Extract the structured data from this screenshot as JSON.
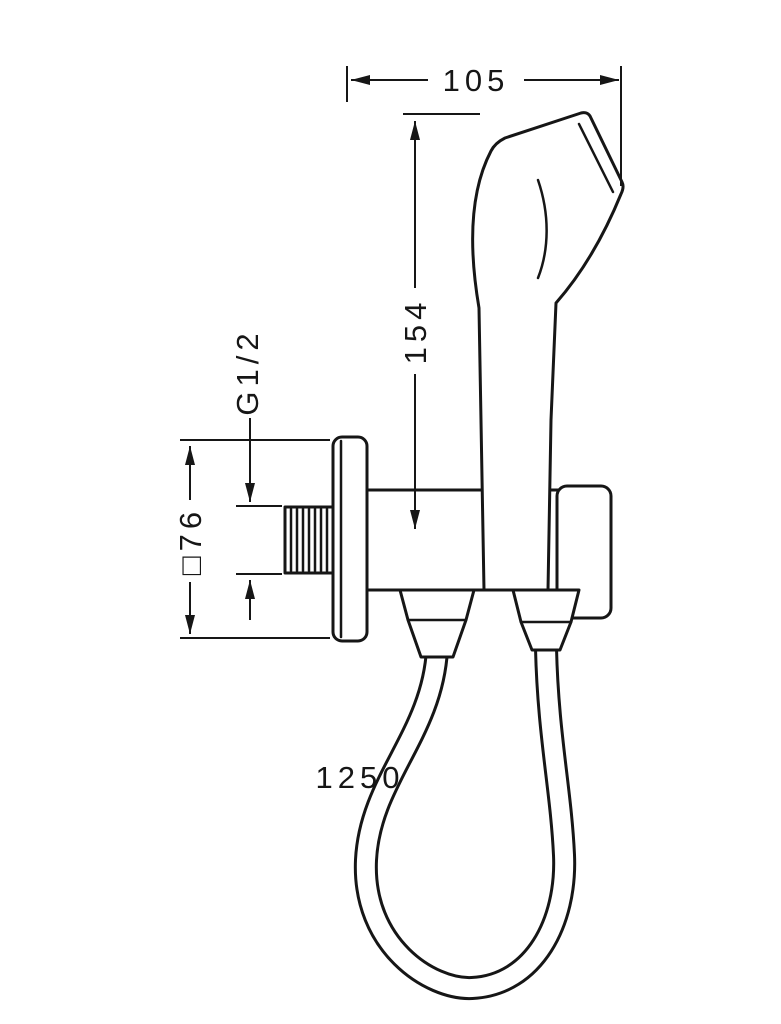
{
  "drawing": {
    "type": "technical-dimension-drawing",
    "subject": "hand shower with wall outlet, bracket and shower hose",
    "line_color": "#161616",
    "background": "#ffffff",
    "dims": {
      "depth": "105",
      "height": "154",
      "thread": "G1/2",
      "plate": "□76",
      "hose": "1250"
    }
  }
}
